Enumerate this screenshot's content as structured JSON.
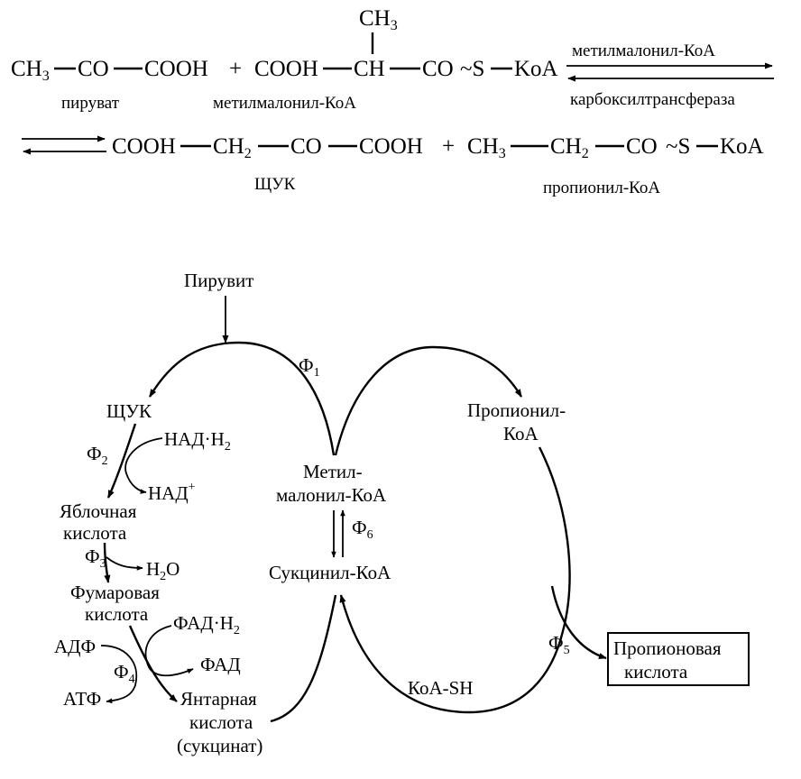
{
  "equation": {
    "line1": {
      "ch3_group": "CH",
      "ch3_sub": "3",
      "co": "CO",
      "cooh1": "COOH",
      "plus": "+",
      "cooh2": "COOH",
      "ch": "CH",
      "methyl_top": "CH",
      "methyl_top_sub": "3",
      "co2": "CO",
      "s_koa": "~S",
      "koa": "KoA",
      "label_pyruvate": "пируват",
      "label_methylmalonyl": "метилмалонил-КоА",
      "enzyme_top": "метилмалонил-КоА",
      "enzyme_bottom": "карбоксилтрансфераза"
    },
    "line2": {
      "cooh1": "COOH",
      "ch2": "CH",
      "ch2_sub": "2",
      "co": "CO",
      "cooh2": "COOH",
      "plus": "+",
      "ch3": "CH",
      "ch3_sub": "3",
      "ch2b": "CH",
      "ch2b_sub": "2",
      "co2": "CO",
      "s_koa": "~S",
      "koa": "KoA",
      "label_oaa": "ЩУК",
      "label_propionyl": "пропионил-КоА"
    }
  },
  "cycle": {
    "pyruvate": "Пирувит",
    "oaa": "ЩУК",
    "f1": "Ф",
    "f1_sub": "1",
    "f2": "Ф",
    "f2_sub": "2",
    "f3": "Ф",
    "f3_sub": "3",
    "f4": "Ф",
    "f4_sub": "4",
    "f5": "Ф",
    "f5_sub": "5",
    "f6": "Ф",
    "f6_sub": "6",
    "nadh2": "НАД·Н",
    "nadh2_sub": "2",
    "nad_plus": "НАД",
    "nad_sup": "+",
    "malic_1": "Яблочная",
    "malic_2": "кислота",
    "h2o": "Н",
    "h2o_sub": "2",
    "h2o_o": "O",
    "fumaric_1": "Фумаровая",
    "fumaric_2": "кислота",
    "fadh2": "ФАД·Н",
    "fadh2_sub": "2",
    "fad": "ФАД",
    "adp": "АДФ",
    "atp": "АТФ",
    "succinic_1": "Янтарная",
    "succinic_2": "кислота",
    "succinic_3": "(сукцинат)",
    "methylmalonyl_1": "Метил-",
    "methylmalonyl_2": "малонил-КоА",
    "succinyl": "Сукцинил-КоА",
    "propionyl_1": "Пропионил-",
    "propionyl_2": "КоА",
    "koa_sh": "КоА-SH",
    "propionic_1": "Пропионовая",
    "propionic_2": "кислота"
  }
}
